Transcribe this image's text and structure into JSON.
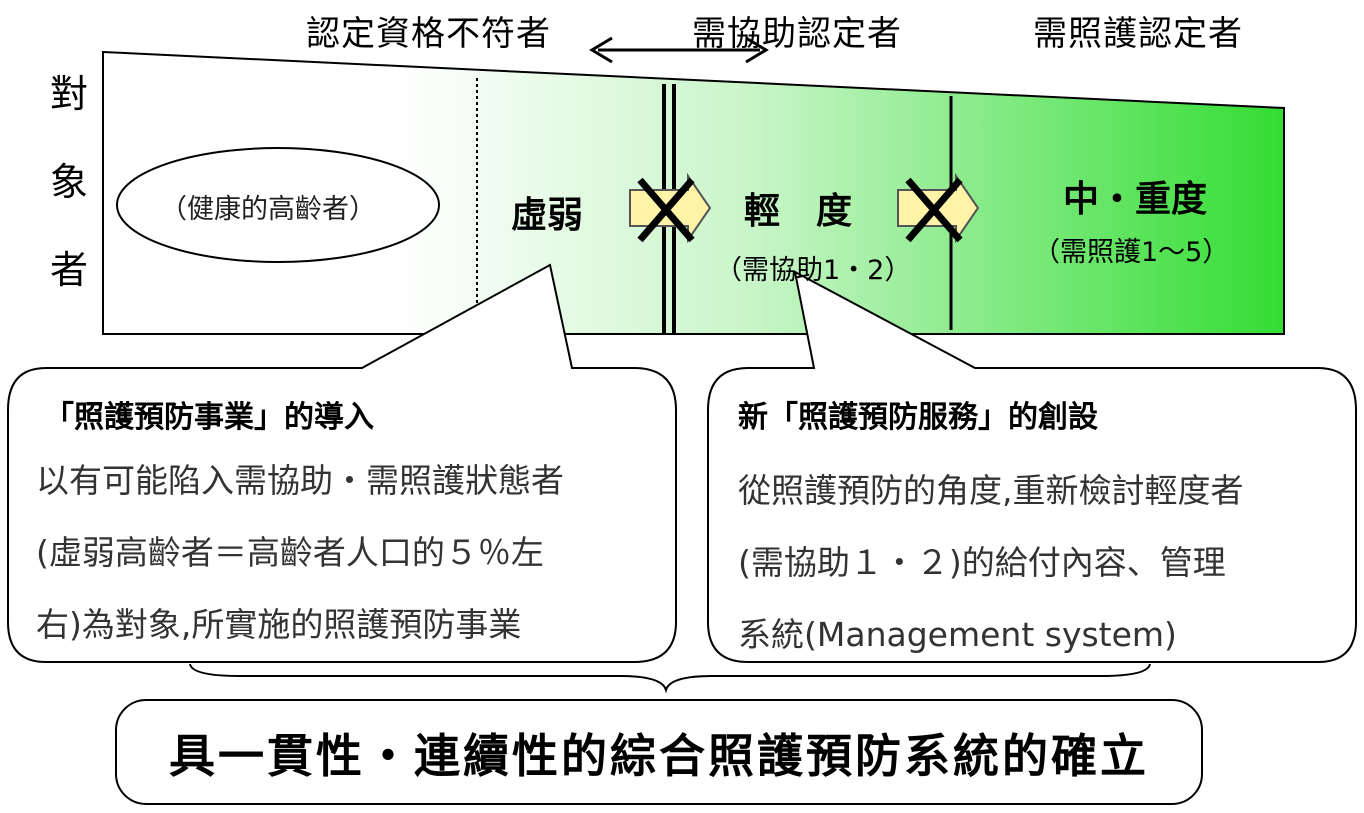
{
  "headers": {
    "left": "認定資格不符者",
    "middle": "需協助認定者",
    "right": "需照護認定者"
  },
  "vertical_label": [
    "對",
    "象",
    "者"
  ],
  "stages": {
    "healthy": "（健康的高齡者）",
    "frail": "虛弱",
    "mild": "輕　度",
    "mild_sub": "（需協助1・2）",
    "severe": "中・重度",
    "severe_sub": "（需照護1～5）"
  },
  "callout_left": {
    "title": "「照護預防事業」的導入",
    "lines": [
      "以有可能陷入需協助・需照護狀態者",
      "(虛弱高齡者＝高齡者人口的５％左",
      "右)為對象,所實施的照護預防事業"
    ]
  },
  "callout_right": {
    "title": "新「照護預防服務」的創設",
    "lines": [
      "從照護預防的角度,重新檢討輕度者",
      "(需協助１・２)的給付內容、管理",
      "系統(Management system)"
    ]
  },
  "conclusion": "具一貫性・連續性的綜合照護預防系統的確立",
  "colors": {
    "gradient_start": "#ffffff",
    "gradient_end": "#33dd33",
    "arrow_fill": "#fff3a8"
  }
}
